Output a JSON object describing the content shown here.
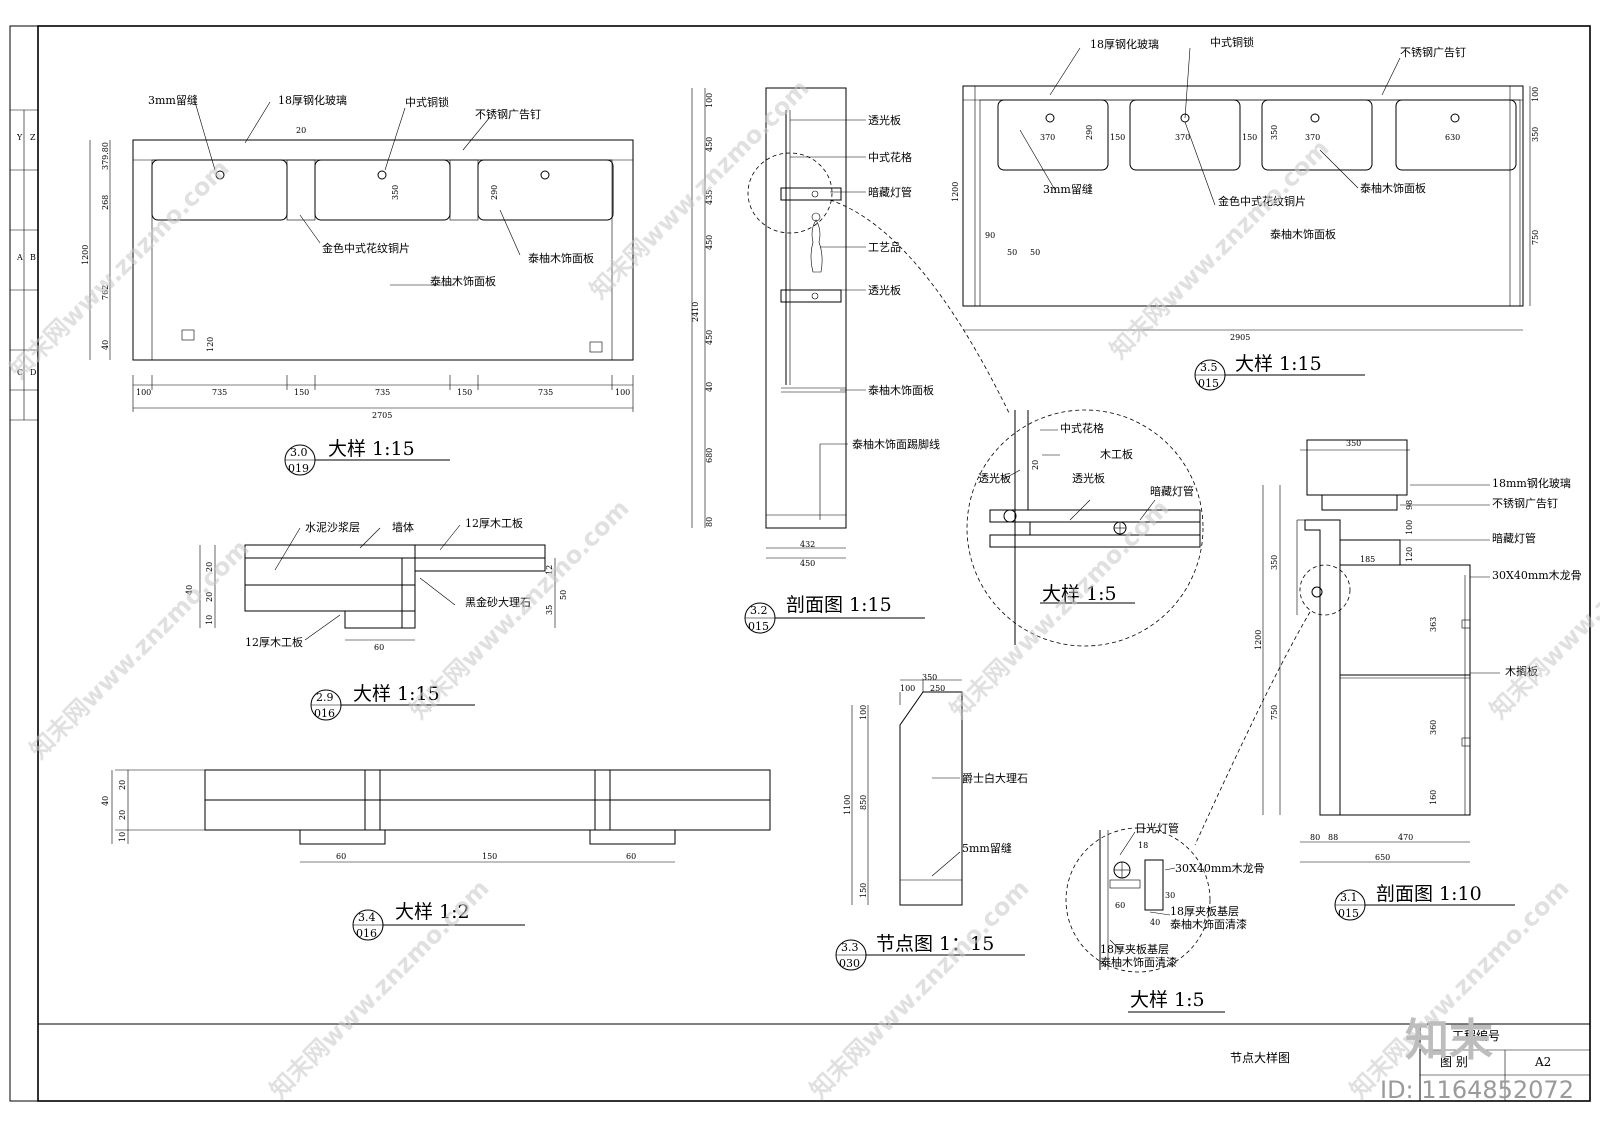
{
  "sheet": {
    "title": "节点大样图",
    "project_no_label": "工程编号",
    "drawing_type_label": "图 别",
    "drawing_type_value": "A2",
    "left_strip_labels": [
      "Y",
      "Z",
      "A",
      "B",
      "C",
      "D"
    ]
  },
  "detail_a": {
    "title": "大样 1:15",
    "index_top": "3.0",
    "index_bottom": "019",
    "callouts": [
      "3mm留缝",
      "18厚钢化玻璃",
      "中式铜锁",
      "不锈钢广告钉",
      "金色中式花纹铜片",
      "泰柚木饰面板",
      "泰柚木饰面板"
    ],
    "dims_bottom": [
      "100",
      "735",
      "150",
      "735",
      "150",
      "735",
      "100"
    ],
    "dim_total": "2705",
    "dims_left": [
      "379.80",
      "268",
      "762",
      "40"
    ],
    "dim_height": "1200",
    "dims_misc": [
      "20",
      "290",
      "350",
      "120"
    ]
  },
  "detail_b": {
    "title": "剖面图 1:15",
    "index_top": "3.2",
    "index_bottom": "015",
    "callouts": [
      "透光板",
      "中式花格",
      "暗藏灯管",
      "工艺品",
      "透光板",
      "泰柚木饰面板",
      "泰柚木饰面踢脚线"
    ],
    "dims_left": [
      "100",
      "450",
      "435",
      "450",
      "450",
      "40",
      "680",
      "80"
    ],
    "dim_height": "2410",
    "dims_bottom": [
      "432",
      "450"
    ]
  },
  "detail_c": {
    "title": "大样 1:15",
    "index_top": "3.5",
    "index_bottom": "015",
    "callouts": [
      "18厚钢化玻璃",
      "中式铜锁",
      "不锈钢广告钉",
      "3mm留缝",
      "金色中式花纹铜片",
      "泰柚木饰面板",
      "泰柚木饰面板"
    ],
    "dims_top": [
      "370",
      "290",
      "150",
      "370",
      "150",
      "350",
      "370",
      "630"
    ],
    "dims_right": [
      "100",
      "350",
      "750"
    ],
    "dim_height": "1200",
    "dims_left": [
      "90",
      "50",
      "50"
    ],
    "dim_total": "2905"
  },
  "detail_d": {
    "title": "大样 1:5",
    "callouts": [
      "中式花格",
      "木工板",
      "透光板",
      "透光板",
      "暗藏灯管"
    ],
    "dims": [
      "20"
    ]
  },
  "detail_e": {
    "title": "大样 1:15",
    "index_top": "2.9",
    "index_bottom": "016",
    "callouts": [
      "水泥沙浆层",
      "墙体",
      "12厚木工板",
      "黑金砂大理石",
      "12厚木工板"
    ],
    "dims_left": [
      "40",
      "20",
      "20",
      "10"
    ],
    "dims_right": [
      "12",
      "50",
      "35"
    ],
    "dims_bottom": [
      "60"
    ]
  },
  "detail_f": {
    "title": "大样 1:2",
    "index_top": "3.4",
    "index_bottom": "016",
    "dims_left": [
      "40",
      "20",
      "20",
      "10"
    ],
    "dims_bottom": [
      "60",
      "150",
      "60"
    ]
  },
  "detail_g": {
    "title": "节点图 1：15",
    "index_top": "3.3",
    "index_bottom": "030",
    "callouts": [
      "爵士白大理石",
      "5mm留缝"
    ],
    "dims_top": [
      "350",
      "100",
      "250"
    ],
    "dims_left": [
      "100",
      "850",
      "150"
    ],
    "dim_height": "1100"
  },
  "detail_h": {
    "title": "剖面图 1:10",
    "index_top": "3.1",
    "index_bottom": "015",
    "callouts": [
      "18mm钢化玻璃",
      "不锈钢广告钉",
      "暗藏灯管",
      "30X40mm木龙骨",
      "木搁板"
    ],
    "dims_top": [
      "350"
    ],
    "dims_left": [
      "350",
      "750"
    ],
    "dim_height": "1200",
    "dims_inner": [
      "98",
      "100",
      "120",
      "185",
      "363",
      "360",
      "160"
    ],
    "dims_bottom": [
      "80",
      "88",
      "470",
      "650"
    ]
  },
  "detail_i": {
    "title": "大样 1:5",
    "callouts": [
      "日光灯管",
      "30X40mm木龙骨",
      "18厚夹板基层",
      "泰柚木饰面清漆",
      "18厚夹板基层",
      "泰柚木饰面清漆"
    ],
    "dims": [
      "18",
      "30",
      "60",
      "40"
    ]
  },
  "watermark": {
    "text": "知末网www.znzmo.com",
    "brand": "知末",
    "id_text": "ID: 1164852072"
  }
}
